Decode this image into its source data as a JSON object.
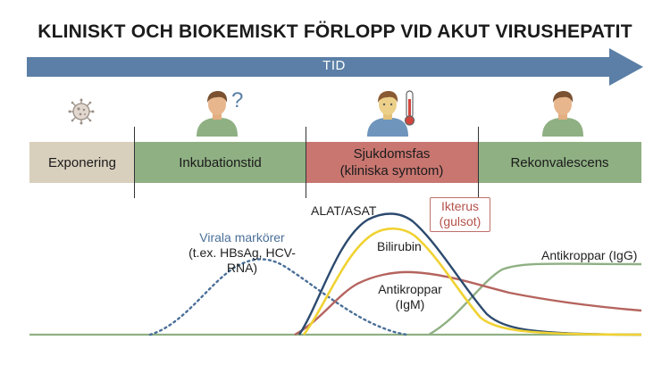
{
  "title": "KLINISKT OCH BIOKEMISKT FÖRLOPP VID AKUT VIRUSHEPATIT",
  "time_arrow": {
    "label": "TID",
    "color": "#5b7fa6"
  },
  "icons": [
    {
      "name": "virus-icon"
    },
    {
      "name": "person-question-icon",
      "glyph": "?"
    },
    {
      "name": "sick-person-thermometer-icon"
    },
    {
      "name": "healthy-person-icon"
    }
  ],
  "phases": [
    {
      "label": "Exponering",
      "color": "#d9cfbd"
    },
    {
      "label": "Inkubationstid",
      "color": "#8fb083"
    },
    {
      "label_line1": "Sjukdomsfas",
      "label_line2": "(kliniska symtom)",
      "color": "#c97670"
    },
    {
      "label": "Rekonvalescens",
      "color": "#8fb083"
    }
  ],
  "curves": {
    "viral_markers": {
      "line1": "Virala markörer",
      "line2": "(t.ex. HBsAg, HCV-RNA)",
      "color": "#4a6f98",
      "style": "dotted"
    },
    "alat_asat": {
      "label": "ALAT/ASAT",
      "color": "#2c4a6e"
    },
    "bilirubin": {
      "label": "Bilirubin",
      "color": "#f0d232"
    },
    "igm": {
      "line1": "Antikroppar",
      "line2": "(IgM)",
      "color": "#b5645e"
    },
    "igg": {
      "label": "Antikroppar (IgG)",
      "color": "#8fb083"
    },
    "ikterus": {
      "line1": "Ikterus",
      "line2": "(gulsot)",
      "color": "#b5524b"
    }
  },
  "baseline_color": "#8fb083"
}
